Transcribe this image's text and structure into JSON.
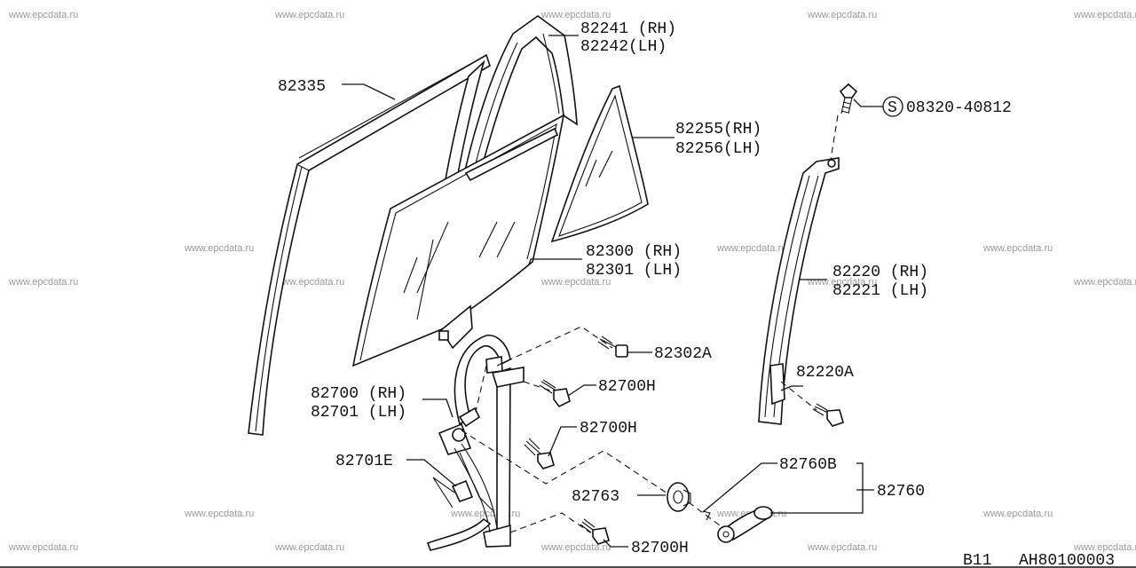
{
  "watermark": "www.epcdata.ru",
  "labels": {
    "p82241": "82241 (RH)",
    "p82242": "82242(LH)",
    "p82335": "82335",
    "p82255": "82255(RH)",
    "p82256": "82256(LH)",
    "p08320": "08320-40812",
    "p08320_symbol": "S",
    "p82300": "82300 (RH)",
    "p82301": "82301 (LH)",
    "p82220": "82220 (RH)",
    "p82221": "82221 (LH)",
    "p82302A": "82302A",
    "p82700": "82700 (RH)",
    "p82701": "82701 (LH)",
    "p82700H_1": "82700H",
    "p82700H_2": "82700H",
    "p82220A": "82220A",
    "p82701E": "82701E",
    "p82760B": "82760B",
    "p82760": "82760",
    "p82763": "82763",
    "p82700H_3": "82700H"
  },
  "footer": {
    "model": "B11",
    "diagram_code": "AH80100003"
  }
}
